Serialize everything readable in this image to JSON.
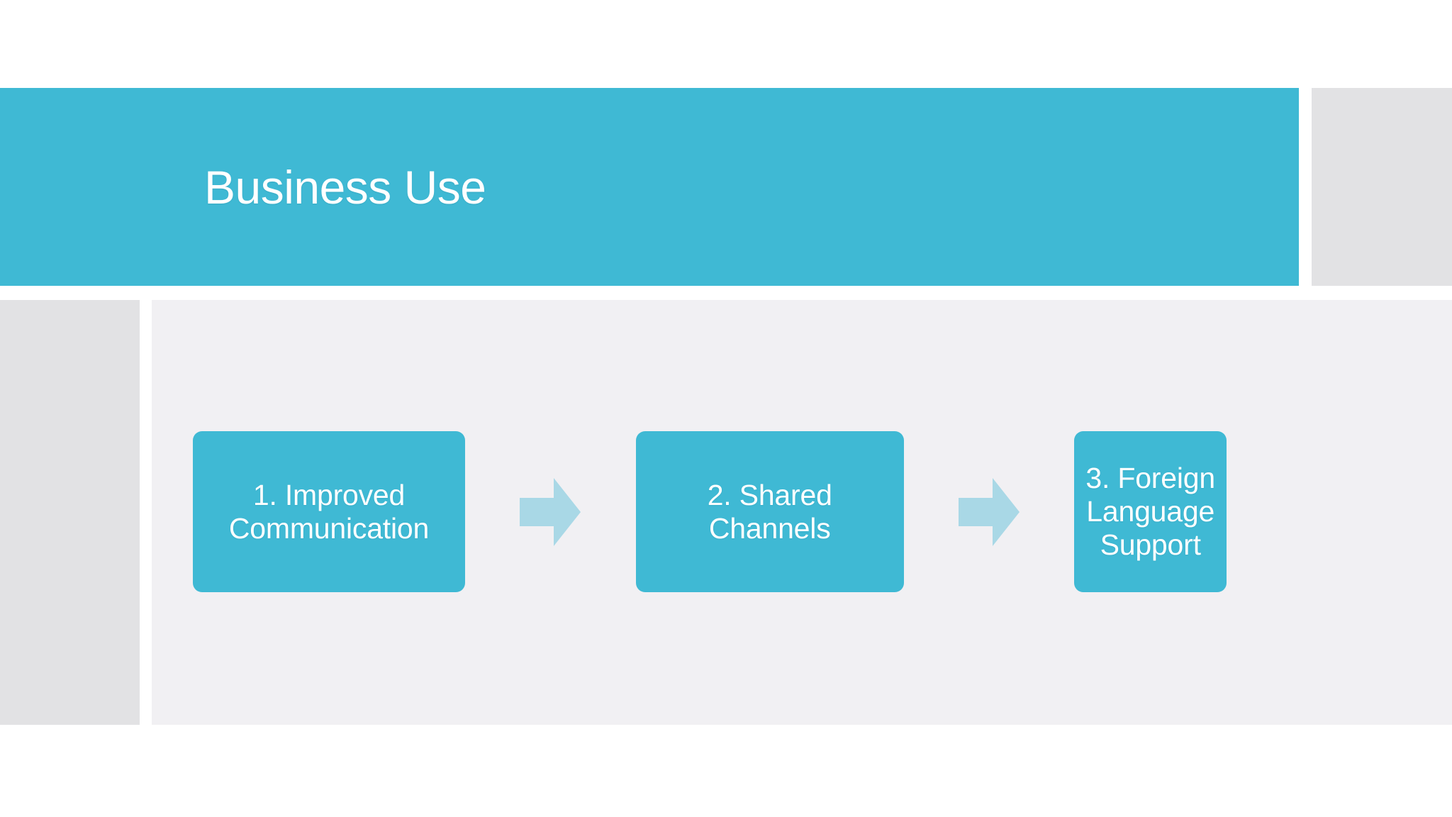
{
  "slide": {
    "title": "Business Use",
    "colors": {
      "accent_teal": "#3fb9d4",
      "arrow_blue": "#a9d8e6",
      "panel_gray": "#e2e2e4",
      "content_gray": "#f1f0f3",
      "title_text": "#ffffff",
      "step_text": "#ffffff"
    }
  },
  "process_flow": {
    "steps": [
      {
        "label": "1. Improved\nCommunication"
      },
      {
        "label": "2. Shared\nChannels"
      },
      {
        "label": "3. Foreign\nLanguage\nSupport"
      }
    ],
    "connectors": [
      {
        "icon": "arrow-right-icon"
      },
      {
        "icon": "arrow-right-icon"
      }
    ]
  }
}
